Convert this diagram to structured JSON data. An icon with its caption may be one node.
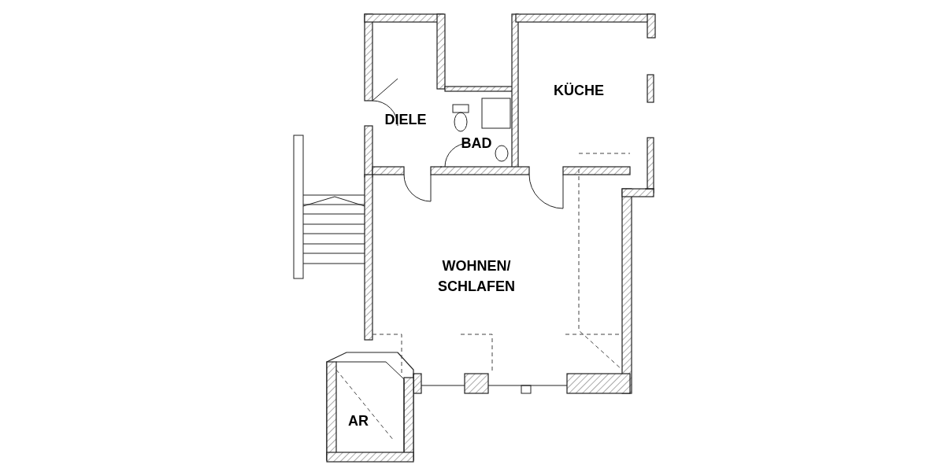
{
  "diagram": {
    "nodes": [
      {
        "text": [
          "KÜCHE"
        ]
      },
      {
        "text": [
          "DIELE"
        ]
      },
      {
        "text": [
          "BAD"
        ]
      },
      {
        "text": [
          "WOHNEN/ SCHLAFEN"
        ]
      },
      {
        "text": [
          "AR"
        ]
      }
    ],
    "edges": []
  }
}
